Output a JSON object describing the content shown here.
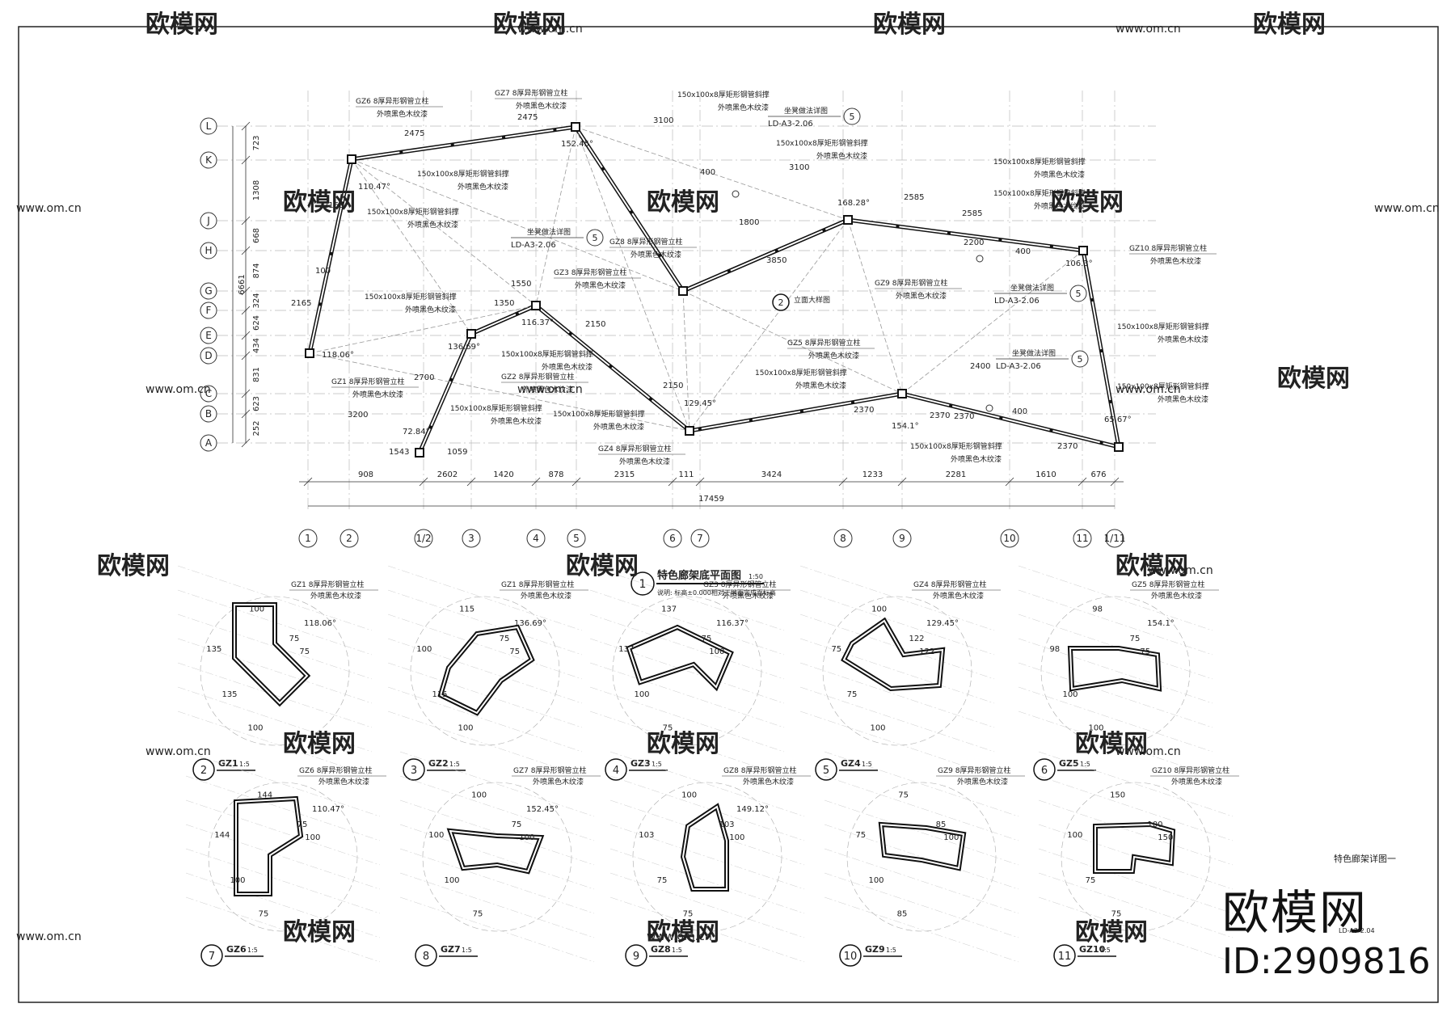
{
  "plan": {
    "grid_rows": [
      "L",
      "K",
      "J",
      "H",
      "G",
      "F",
      "E",
      "D",
      "C",
      "B",
      "A"
    ],
    "row_dims": [
      "723",
      "1308",
      "668",
      "874",
      "324",
      "624",
      "434",
      "831",
      "623",
      "252"
    ],
    "total_height": "6661",
    "grid_cols": [
      "1",
      "2",
      "1/2",
      "3",
      "4",
      "5",
      "6",
      "7",
      "8",
      "9",
      "10",
      "11",
      "1/11"
    ],
    "col_dims": [
      "908",
      "2602",
      "1420",
      "878",
      "2315",
      "111",
      "3424",
      "1233",
      "2281",
      "1610",
      "676"
    ],
    "total_width": "17459",
    "segments": [
      "2475",
      "2475",
      "3100",
      "3100",
      "2585",
      "2585",
      "2200",
      "1800",
      "3850",
      "1550",
      "1350",
      "2150",
      "2150",
      "2370",
      "2370",
      "2370",
      "2370",
      "2400",
      "3200",
      "2700",
      "1543",
      "1059",
      "2165",
      "2165",
      "100",
      "400",
      "400",
      "400"
    ],
    "angles": [
      "152.45°",
      "110.47°",
      "118.06°",
      "72.84°",
      "136.69°",
      "116.37°",
      "129.45°",
      "168.28°",
      "154.1°",
      "106.3°",
      "65.67°"
    ],
    "labels": [
      {
        "code": "GZ6",
        "text": "8厚异形钢管立柱",
        "sub": "外喷黑色木纹漆"
      },
      {
        "code": "GZ7",
        "text": "8厚异形钢管立柱",
        "sub": "外喷黑色木纹漆"
      },
      {
        "code": "GZ8",
        "text": "8厚异形钢管立柱",
        "sub": "外喷黑色木纹漆"
      },
      {
        "code": "GZ3",
        "text": "8厚异形钢管立柱",
        "sub": "外喷黑色木纹漆"
      },
      {
        "code": "GZ9",
        "text": "8厚异形钢管立柱",
        "sub": "外喷黑色木纹漆"
      },
      {
        "code": "GZ10",
        "text": "8厚异形钢管立柱",
        "sub": "外喷黑色木纹漆"
      },
      {
        "code": "GZ5",
        "text": "8厚异形钢管立柱",
        "sub": "外喷黑色木纹漆"
      },
      {
        "code": "GZ1",
        "text": "8厚异形钢管立柱",
        "sub": "外喷黑色木纹漆"
      },
      {
        "code": "GZ2",
        "text": "8厚异形钢管立柱",
        "sub": "外喷黑色木纹漆"
      },
      {
        "code": "GZ4",
        "text": "8厚异形钢管立柱",
        "sub": "外喷黑色木纹漆"
      }
    ],
    "beam_label": "150x100x8厚矩形钢管斜撑",
    "beam_sub": "外喷黑色木纹漆",
    "detail_refs": [
      {
        "title": "坐凳做法详图",
        "ref": "LD-A3-2.06",
        "num": "5"
      },
      {
        "title": "坐凳做法详图",
        "ref": "LD-A3-2.06",
        "num": "5"
      },
      {
        "title": "坐凳做法详图",
        "ref": "LD-A3-2.06",
        "num": "5"
      },
      {
        "title": "坐凳做法详图",
        "ref": "LD-A3-2.06",
        "num": "5"
      }
    ],
    "elevation_ref": {
      "text": "立面大样图",
      "num": "2"
    },
    "title_num": "1",
    "title": "特色廊架底平面图",
    "scale": "1:50",
    "note": "说明: 标高±0.000相对于地面完成面标高"
  },
  "details": [
    {
      "num": "2",
      "code": "GZ1",
      "scale": "1:5",
      "dims": [
        "100",
        "135",
        "135",
        "100",
        "75",
        "75",
        "118.06°"
      ],
      "label": "GZ1 8厚异形钢管立柱",
      "sub": "外喷黑色木纹漆"
    },
    {
      "num": "3",
      "code": "GZ2",
      "scale": "1:5",
      "dims": [
        "115",
        "100",
        "115",
        "100",
        "75",
        "75",
        "136.69°"
      ],
      "label": "GZ1 8厚异形钢管立柱",
      "sub": "外喷黑色木纹漆"
    },
    {
      "num": "4",
      "code": "GZ3",
      "scale": "1:5",
      "dims": [
        "137",
        "137",
        "100",
        "75",
        "75",
        "100",
        "116.37°"
      ],
      "label": "GZ3 8厚异形钢管立柱",
      "sub": "外喷黑色木纹漆"
    },
    {
      "num": "5",
      "code": "GZ4",
      "scale": "1:5",
      "dims": [
        "100",
        "75",
        "75",
        "100",
        "122",
        "122",
        "129.45°"
      ],
      "label": "GZ4 8厚异形钢管立柱",
      "sub": "外喷黑色木纹漆"
    },
    {
      "num": "6",
      "code": "GZ5",
      "scale": "1:5",
      "dims": [
        "98",
        "98",
        "100",
        "100",
        "75",
        "75",
        "154.1°"
      ],
      "label": "GZ5 8厚异形钢管立柱",
      "sub": "外喷黑色木纹漆"
    },
    {
      "num": "7",
      "code": "GZ6",
      "scale": "1:5",
      "dims": [
        "144",
        "144",
        "100",
        "75",
        "75",
        "100",
        "110.47°"
      ],
      "label": "GZ6 8厚异形钢管立柱",
      "sub": "外喷黑色木纹漆"
    },
    {
      "num": "8",
      "code": "GZ7",
      "scale": "1:5",
      "dims": [
        "100",
        "100",
        "100",
        "75",
        "75",
        "100",
        "152.45°"
      ],
      "label": "GZ7 8厚异形钢管立柱",
      "sub": "外喷黑色木纹漆"
    },
    {
      "num": "9",
      "code": "GZ8",
      "scale": "1:5",
      "dims": [
        "100",
        "103",
        "75",
        "75",
        "103",
        "100",
        "149.12°"
      ],
      "label": "GZ8 8厚异形钢管立柱",
      "sub": "外喷黑色木纹漆"
    },
    {
      "num": "10",
      "code": "GZ9",
      "scale": "1:5",
      "dims": [
        "75",
        "75",
        "100",
        "85",
        "85",
        "100"
      ],
      "label": "GZ9 8厚异形钢管立柱",
      "sub": "外喷黑色木纹漆"
    },
    {
      "num": "11",
      "code": "GZ10",
      "scale": "1:5",
      "dims": [
        "150",
        "100",
        "75",
        "75",
        "100",
        "150"
      ],
      "label": "GZ10 8厚异形钢管立柱",
      "sub": "外喷黑色木纹漆"
    }
  ],
  "sheet_title": "特色廊架详图一",
  "drawing_no": "LD-A3-2.04",
  "watermark": {
    "logo": "欧模网",
    "id": "ID:2909816",
    "site": "www.om.cn"
  }
}
